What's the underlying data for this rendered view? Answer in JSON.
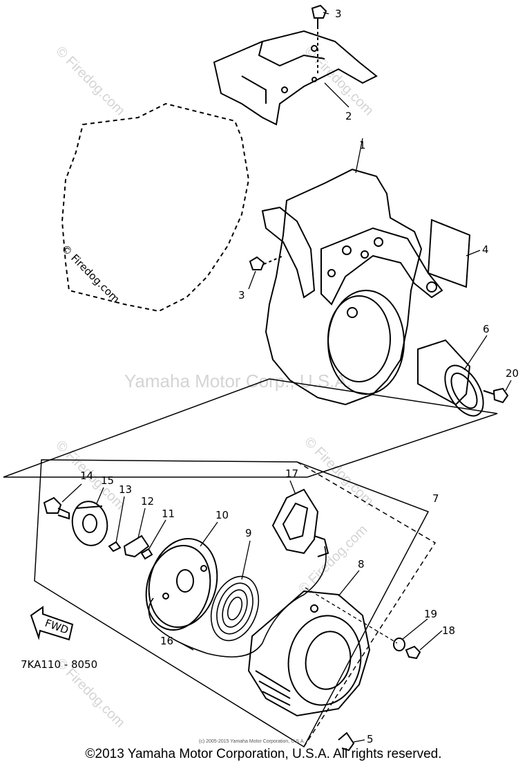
{
  "watermarks": {
    "firedog": "© Firedog.com",
    "center": "Yamaha Motor Corp., U.S.A."
  },
  "parts": {
    "p1": "1",
    "p2": "2",
    "p3a": "3",
    "p3b": "3",
    "p4": "4",
    "p5": "5",
    "p6": "6",
    "p7": "7",
    "p8": "8",
    "p9": "9",
    "p10": "10",
    "p11": "11",
    "p12": "12",
    "p13": "13",
    "p14": "14",
    "p15": "15",
    "p16": "16",
    "p17": "17",
    "p18": "18",
    "p19": "19",
    "p20": "20"
  },
  "diagram_code": "7KA110 - 8050",
  "fwd_label": "FWD",
  "small_copyright": "(c) 2005-2015 Yamaha Motor Corporation, U.S.A.",
  "footer": "©2013 Yamaha Motor Corporation, U.S.A. All rights reserved."
}
